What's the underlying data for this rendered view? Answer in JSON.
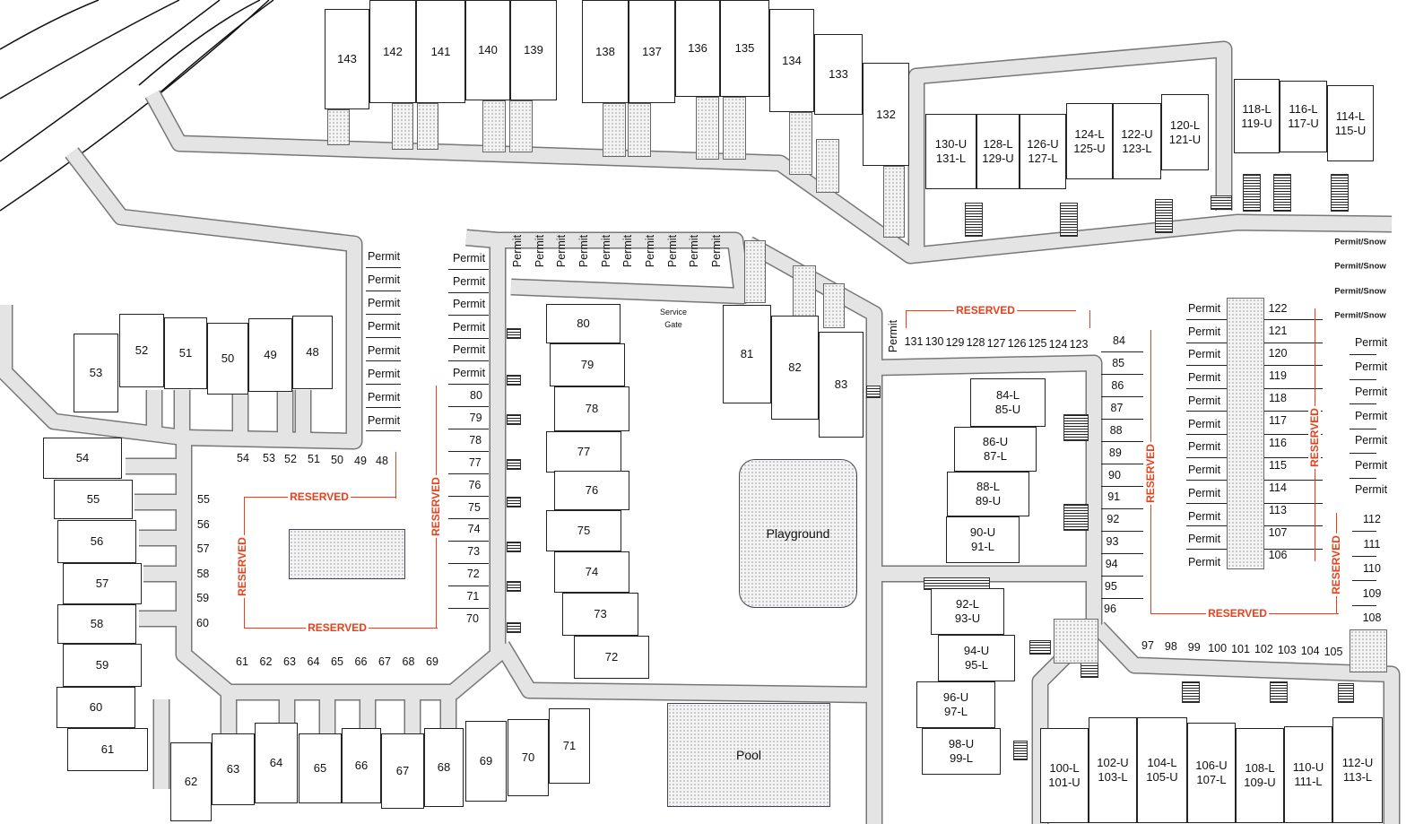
{
  "map": {
    "buildings": {
      "top_row": [
        "143",
        "142",
        "141",
        "140",
        "139",
        "138",
        "137",
        "136",
        "135",
        "134",
        "133",
        "132"
      ],
      "top_right": [
        "130-U\n131-L",
        "128-L\n129-U",
        "126-U\n127-L",
        "124-L\n125-U",
        "122-U\n123-L",
        "120-L\n121-U",
        "118-L\n119-U",
        "116-L\n117-U",
        "114-L\n115-U"
      ],
      "left_row": [
        "53",
        "52",
        "51",
        "50",
        "49",
        "48"
      ],
      "left_column": [
        "54",
        "55",
        "56",
        "57",
        "58",
        "59",
        "60",
        "61"
      ],
      "bottom_row": [
        "62",
        "63",
        "64",
        "65",
        "66",
        "67",
        "68",
        "69",
        "70",
        "71"
      ],
      "center_column": [
        "80",
        "79",
        "78",
        "77",
        "76",
        "75",
        "74",
        "73",
        "72"
      ],
      "center_east": [
        "81",
        "82",
        "83"
      ],
      "right_middle": [
        "84-L\n85-U",
        "86-U\n87-L",
        "88-L\n89-U",
        "90-U\n91-L",
        "92-L\n93-U",
        "94-U\n95-L",
        "96-U\n97-L",
        "98-U\n99-L"
      ],
      "bottom_right": [
        "100-L\n101-U",
        "102-U\n103-L",
        "104-L\n105-U",
        "106-U\n107-L",
        "108-L\n109-U",
        "110-U\n111-L",
        "112-U\n113-L"
      ]
    },
    "spaces": {
      "courtyard_top": [
        "54",
        "53",
        "52",
        "51",
        "50",
        "49",
        "48"
      ],
      "courtyard_left": [
        "55",
        "56",
        "57",
        "58",
        "59",
        "60"
      ],
      "courtyard_bottom": [
        "61",
        "62",
        "63",
        "64",
        "65",
        "66",
        "67",
        "68",
        "69"
      ],
      "courtyard_right": [
        "80",
        "79",
        "78",
        "77",
        "76",
        "75",
        "74",
        "73",
        "72",
        "71",
        "70"
      ],
      "north_row": [
        "131",
        "130",
        "129",
        "128",
        "127",
        "126",
        "125",
        "124",
        "123"
      ],
      "east_column": [
        "84",
        "85",
        "86",
        "87",
        "88",
        "89",
        "90",
        "91",
        "92",
        "93",
        "94",
        "95",
        "96"
      ],
      "south_row": [
        "97",
        "98",
        "99",
        "100",
        "101",
        "102",
        "103",
        "104",
        "105"
      ],
      "island_column": [
        "122",
        "121",
        "120",
        "119",
        "118",
        "117",
        "116",
        "115",
        "114",
        "113",
        "107",
        "106"
      ],
      "far_east_column": [
        "112",
        "111",
        "110",
        "109",
        "108"
      ]
    },
    "permits": {
      "west_column": [
        "Permit",
        "Permit",
        "Permit",
        "Permit",
        "Permit",
        "Permit",
        "Permit",
        "Permit"
      ],
      "center_column": [
        "Permit",
        "Permit",
        "Permit",
        "Permit",
        "Permit",
        "Permit"
      ],
      "top_vertical": [
        "Permit",
        "Permit",
        "Permit",
        "Permit",
        "Permit",
        "Permit",
        "Permit",
        "Permit",
        "Permit",
        "Permit"
      ],
      "north_row_end": [
        "Permit"
      ],
      "island_column": [
        "Permit",
        "Permit",
        "Permit",
        "Permit",
        "Permit",
        "Permit",
        "Permit",
        "Permit",
        "Permit",
        "Permit",
        "Permit",
        "Permit"
      ],
      "snow": [
        "Permit/Snow",
        "Permit/Snow",
        "Permit/Snow",
        "Permit/Snow"
      ],
      "far_east": [
        "Permit",
        "Permit",
        "Permit",
        "Permit",
        "Permit",
        "Permit",
        "Permit"
      ]
    },
    "reserved": [
      "RESERVED",
      "RESERVED",
      "RESERVED",
      "RESERVED",
      "RESERVED",
      "RESERVED",
      "RESERVED",
      "RESERVED",
      "RESERVED"
    ],
    "amenities": {
      "playground": "Playground",
      "pool": "Pool",
      "service_gate": "Service\nGate"
    },
    "colors": {
      "reserved": "#e8401c",
      "road": "#e4e4e4"
    }
  }
}
